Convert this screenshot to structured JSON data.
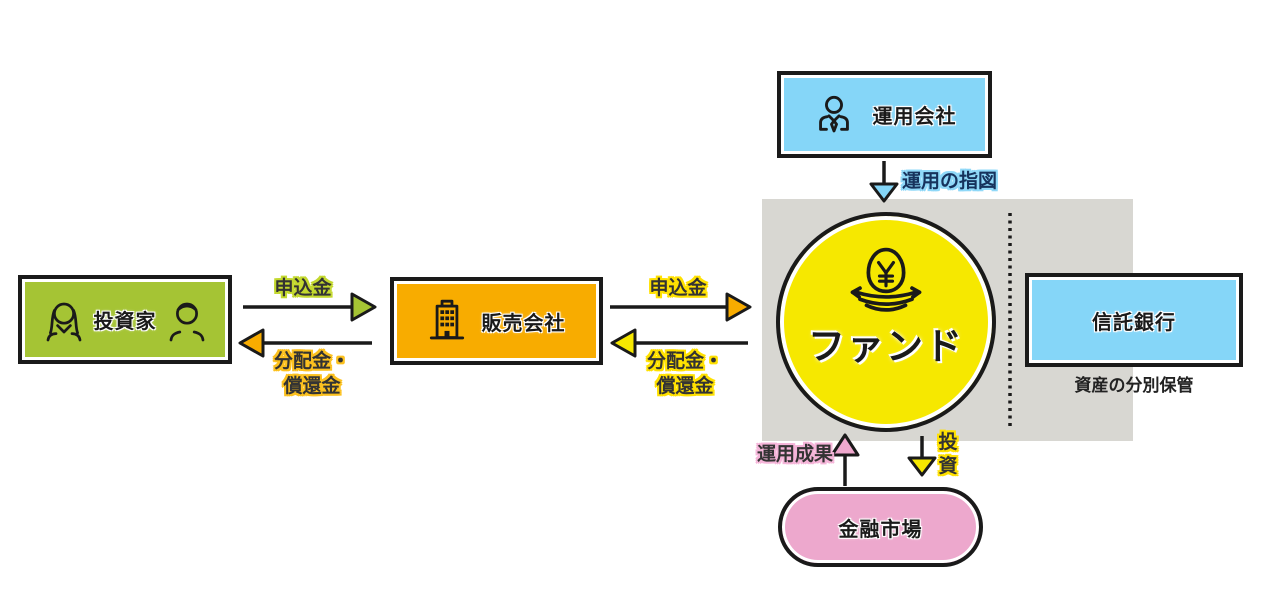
{
  "diagram": {
    "type": "fund-structure-flowchart",
    "nodes": {
      "investor": {
        "label": "投資家"
      },
      "distributor": {
        "label": "販売会社"
      },
      "fund": {
        "label": "ファンド"
      },
      "management": {
        "label": "運用会社"
      },
      "trust_bank": {
        "label": "信託銀行",
        "caption": "資産の分別保管"
      },
      "market": {
        "label": "金融市場"
      }
    },
    "flows": {
      "application_left": {
        "label": "申込金",
        "from": "投資家",
        "to": "販売会社"
      },
      "distribution_left": {
        "label": "分配金・\n償還金",
        "from": "販売会社",
        "to": "投資家"
      },
      "application_right": {
        "label": "申込金",
        "from": "販売会社",
        "to": "ファンド"
      },
      "distribution_right": {
        "label": "分配金・\n償還金",
        "from": "ファンド",
        "to": "販売会社"
      },
      "instruction": {
        "label": "運用の指図",
        "from": "運用会社",
        "to": "ファンド"
      },
      "performance": {
        "label": "運用成果",
        "from": "金融市場",
        "to": "ファンド"
      },
      "investment": {
        "label": "投資",
        "from": "ファンド",
        "to": "金融市場"
      }
    },
    "icons": {
      "investor_female": "woman-icon",
      "investor_male": "man-icon",
      "distributor": "building-icon",
      "management": "suit-person-icon",
      "fund": "egg-in-nest-yen-icon"
    },
    "colors": {
      "investor_green": "#a5c434",
      "distributor_orange": "#f8ac00",
      "company_blue": "#85d6f8",
      "fund_yellow": "#f6e800",
      "market_pink": "#eda8cd",
      "panel_gray": "#d8d7d2",
      "line_black": "#1a1a1a",
      "halo_green": "#c3d82e",
      "halo_amber": "#fcc11f",
      "halo_yellow": "#ffe100",
      "halo_blue": "#8fd8f8",
      "halo_pink": "#f5b5d9"
    }
  }
}
